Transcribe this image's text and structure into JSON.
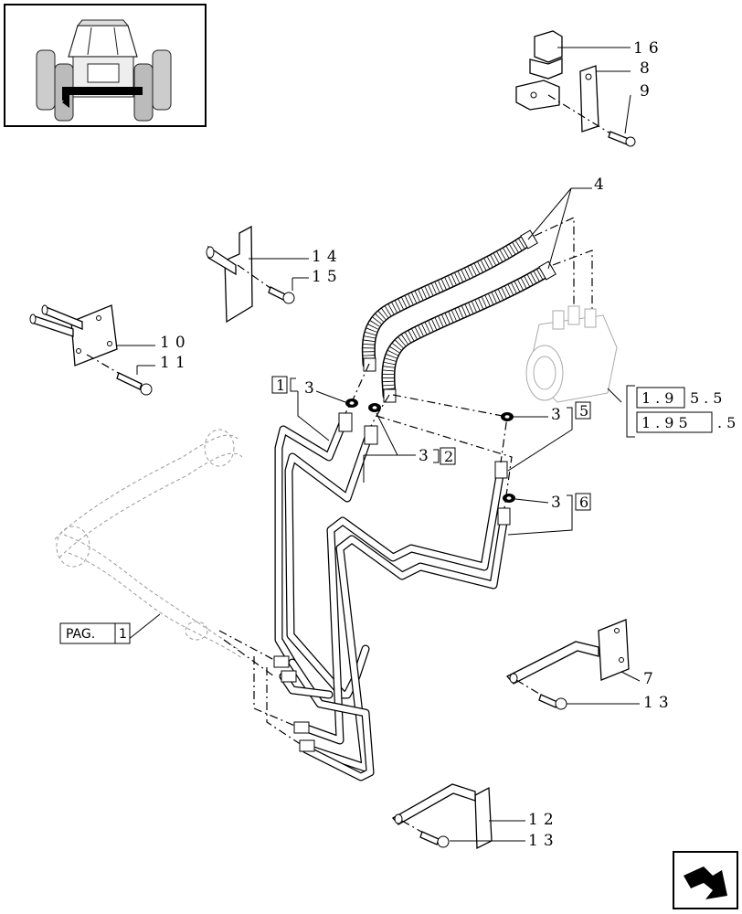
{
  "labels": {
    "l16": "16",
    "l8": "8",
    "l9": "9",
    "l4": "4",
    "l14": "14",
    "l15": "15",
    "l10": "10",
    "l11": "11",
    "l7": "7",
    "l13a": "13",
    "l12": "12",
    "l13b": "13",
    "l3a": "3",
    "l3b": "3",
    "l3c": "3",
    "l3d": "3"
  },
  "boxed_refs": {
    "r1": "1",
    "r2": "2",
    "r5": "5",
    "r6": "6"
  },
  "cross_refs": {
    "ref1_box": "1.9",
    "ref1_tail": "5.5",
    "ref2_box": "1.95",
    "ref2_tail": ".5",
    "pag_text": "PAG.",
    "pag_num": "1"
  },
  "icons": {
    "thumbnail": "tractor-front-view-icon",
    "nav": "next-page-arrow-icon"
  }
}
